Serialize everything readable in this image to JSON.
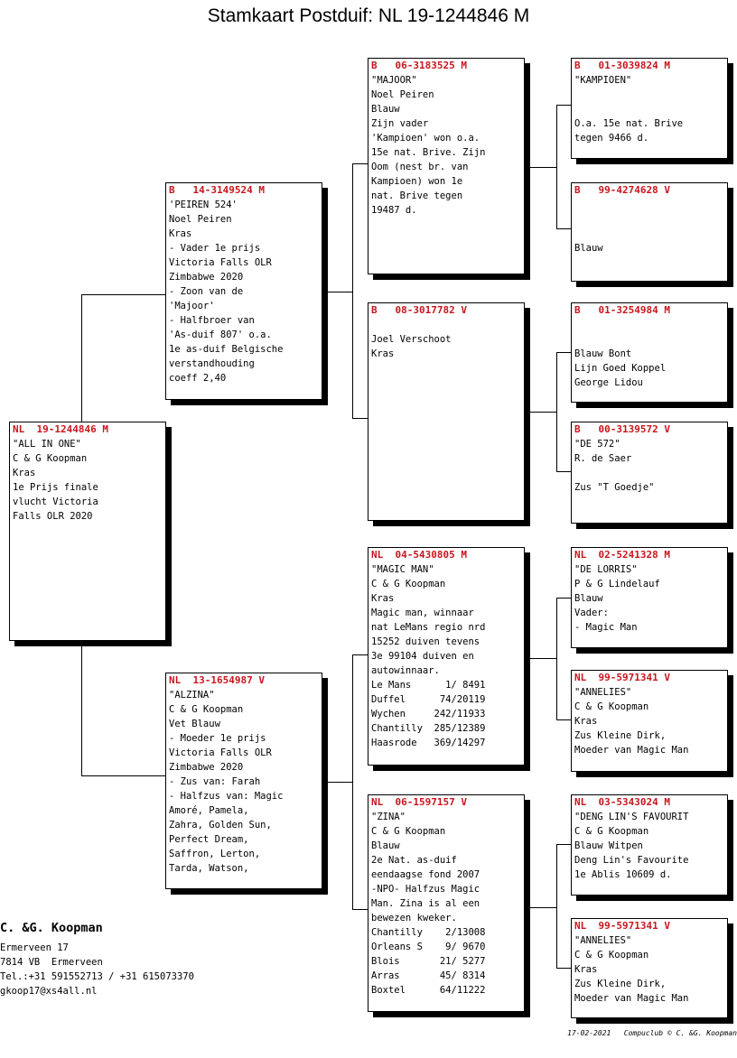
{
  "title": "Stamkaart Postduif: NL  19-1244846 M",
  "pigeons": [
    {
      "id": "subject",
      "ring": "NL  19-1244846 M",
      "lines": [
        "\"ALL IN ONE\"",
        "C & G Koopman",
        "Kras",
        "1e Prijs finale",
        "vlucht Victoria",
        "Falls OLR 2020"
      ]
    },
    {
      "id": "sire",
      "ring": "B   14-3149524 M",
      "lines": [
        "'PEIREN 524'",
        "Noel Peiren",
        "Kras",
        "- Vader 1e prijs",
        "Victoria Falls OLR",
        "Zimbabwe 2020",
        "- Zoon van de",
        "'Majoor'",
        "- Halfbroer van",
        "'As-duif 807' o.a.",
        "1e as-duif Belgische",
        "verstandhouding",
        "coeff 2,40"
      ]
    },
    {
      "id": "dam",
      "ring": "NL  13-1654987 V",
      "lines": [
        "\"ALZINA\"",
        "C & G Koopman",
        "Vet Blauw",
        "- Moeder 1e prijs",
        "Victoria Falls OLR",
        "Zimbabwe 2020",
        "- Zus van: Farah",
        "- Halfzus van: Magic",
        "Amoré, Pamela,",
        "Zahra, Golden Sun,",
        "Perfect Dream,",
        "Saffron, Lerton,",
        "Tarda, Watson,"
      ]
    },
    {
      "id": "ss",
      "ring": "B   06-3183525 M",
      "lines": [
        "\"MAJOOR\"",
        "Noel Peiren",
        "Blauw",
        "Zijn vader",
        "'Kampioen' won o.a.",
        "15e nat. Brive. Zijn",
        "Oom (nest br. van",
        "Kampioen) won 1e",
        "nat. Brive tegen",
        "19487 d."
      ]
    },
    {
      "id": "sd",
      "ring": "B   08-3017782 V",
      "lines": [
        "",
        "Joel Verschoot",
        "Kras"
      ]
    },
    {
      "id": "ds",
      "ring": "NL  04-5430805 M",
      "lines": [
        "\"MAGIC MAN\"",
        "C & G Koopman",
        "Kras",
        "Magic man, winnaar",
        "nat LeMans regio nrd",
        "15252 duiven tevens",
        "3e 99104 duiven en",
        "autowinnaar.",
        "Le Mans      1/ 8491",
        "Duffel      74/20119",
        "Wychen     242/11933",
        "Chantilly  285/12389",
        "Haasrode   369/14297"
      ]
    },
    {
      "id": "dd",
      "ring": "NL  06-1597157 V",
      "lines": [
        "\"ZINA\"",
        "C & G Koopman",
        "Blauw",
        "2e Nat. as-duif",
        "eendaagse fond 2007",
        "-NPO- Halfzus Magic",
        "Man. Zina is al een",
        "bewezen kweker.",
        "Chantilly    2/13008",
        "Orleans S    9/ 9670",
        "Blois       21/ 5277",
        "Arras       45/ 8314",
        "Boxtel      64/11222"
      ]
    },
    {
      "id": "sss",
      "ring": "B   01-3039824 M",
      "lines": [
        "\"KAMPIOEN\"",
        "",
        "",
        "O.a. 15e nat. Brive",
        "tegen 9466 d."
      ]
    },
    {
      "id": "ssd",
      "ring": "B   99-4274628 V",
      "lines": [
        "",
        "",
        "",
        "Blauw"
      ]
    },
    {
      "id": "sds",
      "ring": "B   01-3254984 M",
      "lines": [
        "",
        "",
        "Blauw Bont",
        "Lijn Goed Koppel",
        "George Lidou"
      ]
    },
    {
      "id": "sdd",
      "ring": "B   00-3139572 V",
      "lines": [
        "\"DE 572\"",
        "R. de Saer",
        "",
        "Zus \"T Goedje\""
      ]
    },
    {
      "id": "dss",
      "ring": "NL  02-5241328 M",
      "lines": [
        "\"DE LORRIS\"",
        "P & G Lindelauf",
        "Blauw",
        "Vader:",
        "- Magic Man"
      ]
    },
    {
      "id": "dsd",
      "ring": "NL  99-5971341 V",
      "lines": [
        "\"ANNELIES\"",
        "C & G Koopman",
        "Kras",
        "Zus Kleine Dirk,",
        "Moeder van Magic Man"
      ]
    },
    {
      "id": "dds",
      "ring": "NL  03-5343024 M",
      "lines": [
        "\"DENG LIN'S FAVOURIT",
        "C & G Koopman",
        "Blauw Witpen",
        "Deng Lin's Favourite",
        "1e Ablis 10609 d."
      ]
    },
    {
      "id": "ddd",
      "ring": "NL  99-5971341 V",
      "lines": [
        "\"ANNELIES\"",
        "C & G Koopman",
        "Kras",
        "Zus Kleine Dirk,",
        "Moeder van Magic Man"
      ]
    }
  ],
  "owner": {
    "name": "C. &G. Koopman",
    "address1": "Ermerveen 17",
    "address2": "7814 VB  Ermerveen",
    "phone": "Tel.:+31 591552713 / +31 615073370",
    "email": "gkoop17@xs4all.nl"
  },
  "footer": "17-02-2021   Compuclub © C. &G. Koopman",
  "colors": {
    "ring_header": "#c8161d",
    "shadow": "#000000"
  }
}
